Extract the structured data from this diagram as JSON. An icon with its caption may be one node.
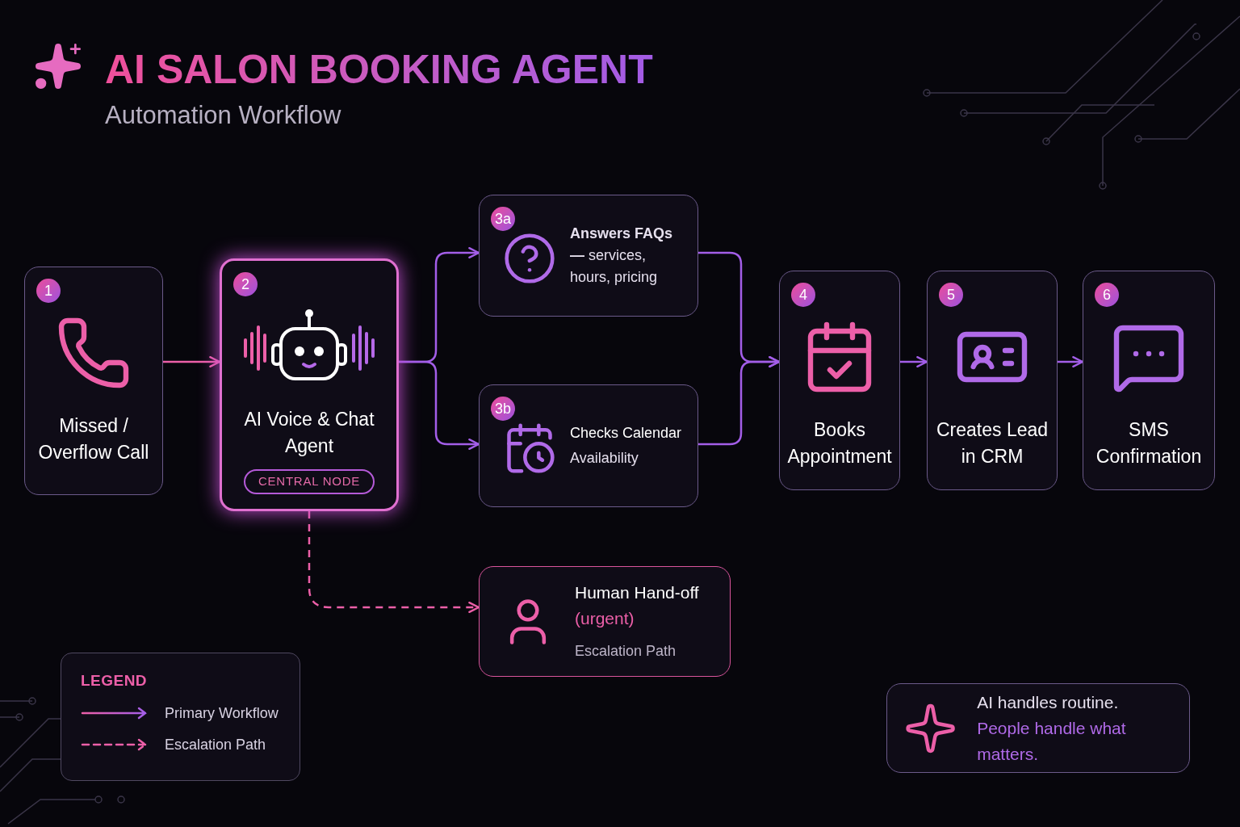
{
  "diagram": {
    "title": "AI SALON BOOKING AGENT",
    "nodes": [
      {
        "text": [
          "1",
          "Missed / Overflow Call"
        ]
      },
      {
        "text": [
          "2",
          "AI Voice & Chat Agent",
          "CENTRAL NODE"
        ]
      },
      {
        "text": [
          "3a",
          "**Answers FAQs —** services, hours, pricing"
        ]
      },
      {
        "text": [
          "3b",
          "Checks Calendar",
          "Availability"
        ]
      },
      {
        "text": [
          "4",
          "Books Appointment"
        ]
      },
      {
        "text": [
          "5",
          "Creates Lead in CRM"
        ]
      },
      {
        "text": [
          "6",
          "SMS Confirmation"
        ]
      },
      {
        "text": [
          "Human Hand-off",
          "(urgent)",
          "Escalation Path"
        ]
      },
      {
        "text": [
          "AI handles routine.",
          "People handle what matters."
        ]
      }
    ],
    "edges": [
      {
        "from": 0,
        "to": 1,
        "arrow": "to",
        "color": "#ec5fa8"
      },
      {
        "from": 1,
        "to": 2,
        "arrow": "to"
      },
      {
        "from": 1,
        "to": 3,
        "arrow": "to"
      },
      {
        "from": 2,
        "to": 4,
        "arrow": "to"
      },
      {
        "from": 3,
        "to": 4,
        "arrow": "to"
      },
      {
        "from": 4,
        "to": 5,
        "arrow": "to"
      },
      {
        "from": 5,
        "to": 6,
        "arrow": "to"
      },
      {
        "from": 1,
        "to": 7,
        "arrow": "to",
        "style": "dashed",
        "color": "#ec5fa8"
      }
    ],
    "labels": [
      "Automation Workflow",
      "LEGEND"
    ],
    "legend": [
      {
        "text": "Primary Workflow"
      },
      {
        "text": "Escalation Path"
      }
    ]
  }
}
